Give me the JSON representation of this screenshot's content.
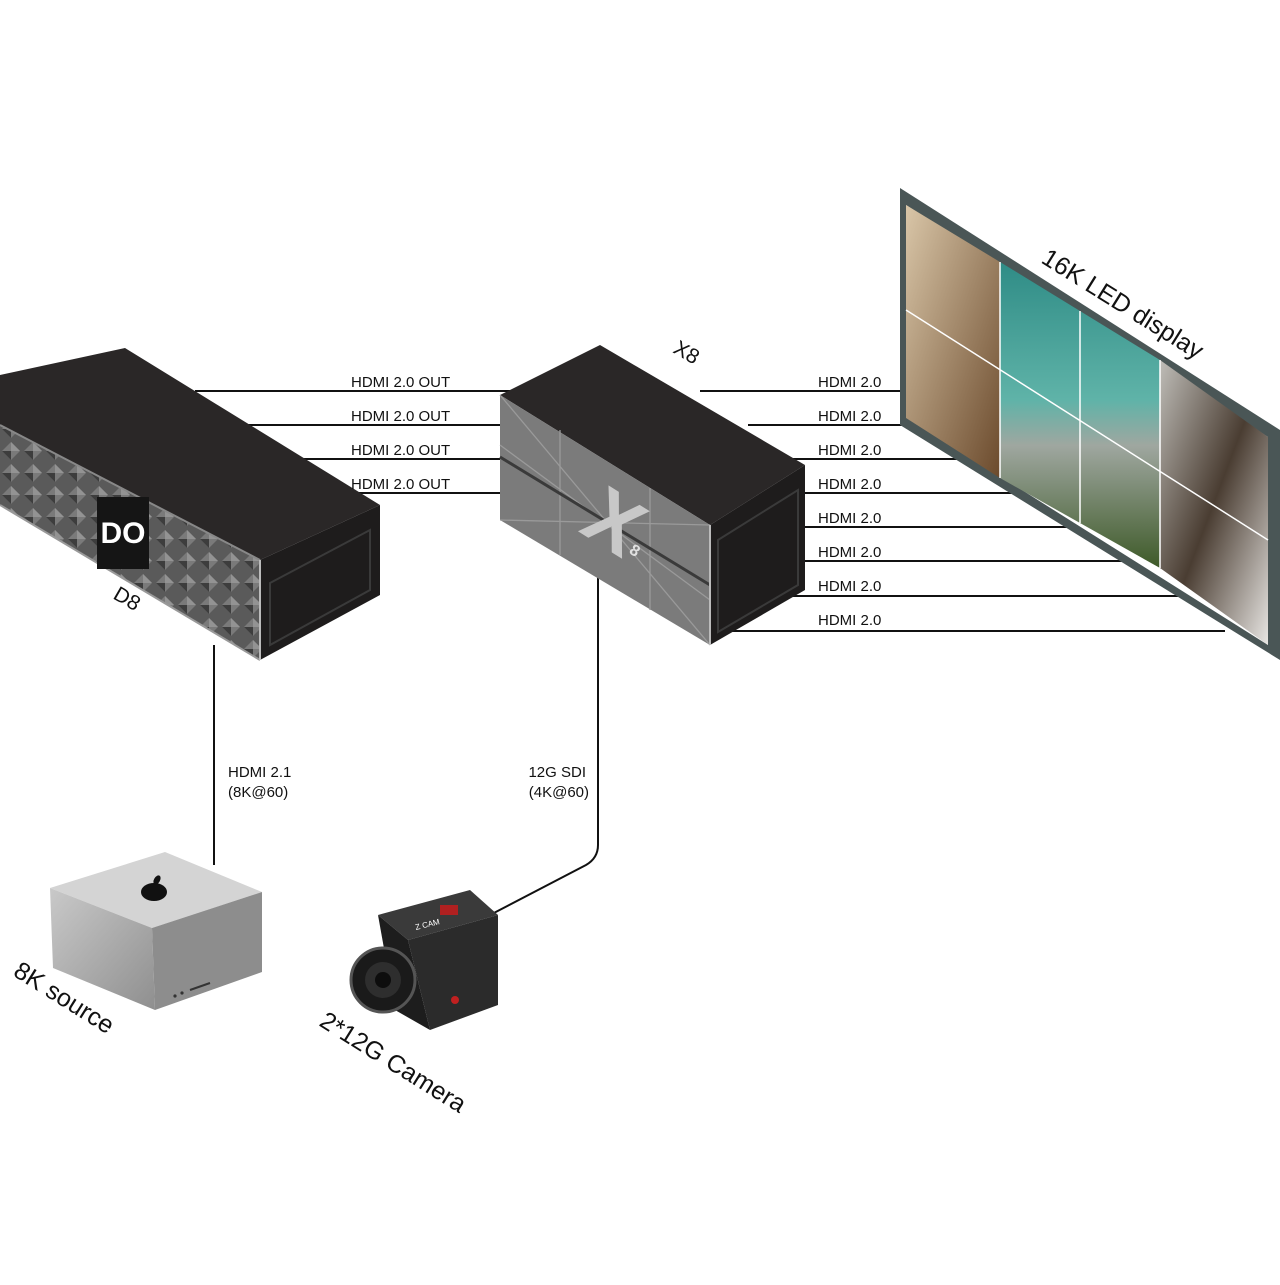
{
  "devices": {
    "d8": {
      "name": "D8",
      "logo": "DO"
    },
    "x8": {
      "name": "X8",
      "logo": "X",
      "logo_sub": "8"
    },
    "display": {
      "name": "16K LED display"
    },
    "mac": {
      "name": "8K source",
      "icon": "apple-logo-icon"
    },
    "camera": {
      "name": "2*12G Camera",
      "brand": "Z CAM"
    }
  },
  "links": {
    "d8_to_x8": [
      "HDMI  2.0 OUT",
      "HDMI  2.0 OUT",
      "HDMI  2.0 OUT",
      "HDMI  2.0 OUT"
    ],
    "x8_to_display": [
      "HDMI 2.0",
      "HDMI 2.0",
      "HDMI 2.0",
      "HDMI 2.0",
      "HDMI 2.0",
      "HDMI 2.0",
      "HDMI 2.0",
      "HDMI 2.0"
    ],
    "mac_to_d8": {
      "line1": "HDMI 2.1",
      "line2": "(8K@60)"
    },
    "camera_to_x8": {
      "line1": "12G SDI",
      "line2": "(4K@60)"
    }
  },
  "colors": {
    "line": "#111111",
    "box_dark": "#1e1c1c",
    "box_top": "#2a2727",
    "d8_front": "#5b5b5b",
    "x8_front": "#7b7b7b",
    "display_frame": "#4a5656",
    "mac_body": "#a6a6a6",
    "camera_body": "#2b2b2b"
  }
}
